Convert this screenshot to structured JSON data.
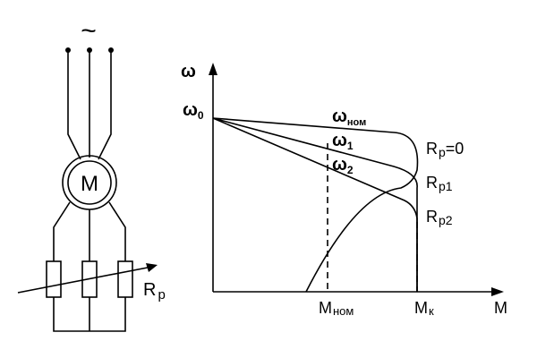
{
  "circuit": {
    "supply_symbol": "~",
    "motor_label": "M",
    "resistor_label": "R",
    "resistor_sub": "p"
  },
  "graph": {
    "y_axis_label": "ω",
    "x_axis_label": "M",
    "omega0": {
      "base": "ω",
      "sub": "0"
    },
    "omega_nom": {
      "base": "ω",
      "sub": "ном"
    },
    "omega1": {
      "base": "ω",
      "sub": "1"
    },
    "omega2": {
      "base": "ω",
      "sub": "2"
    },
    "m_nom": {
      "base": "M",
      "sub": "ном"
    },
    "m_k": {
      "base": "M",
      "sub": "к"
    },
    "curve_labels": [
      {
        "base": "R",
        "sub": "p",
        "suffix": "=0"
      },
      {
        "base": "R",
        "sub": "p1",
        "suffix": ""
      },
      {
        "base": "R",
        "sub": "p2",
        "suffix": ""
      }
    ]
  }
}
